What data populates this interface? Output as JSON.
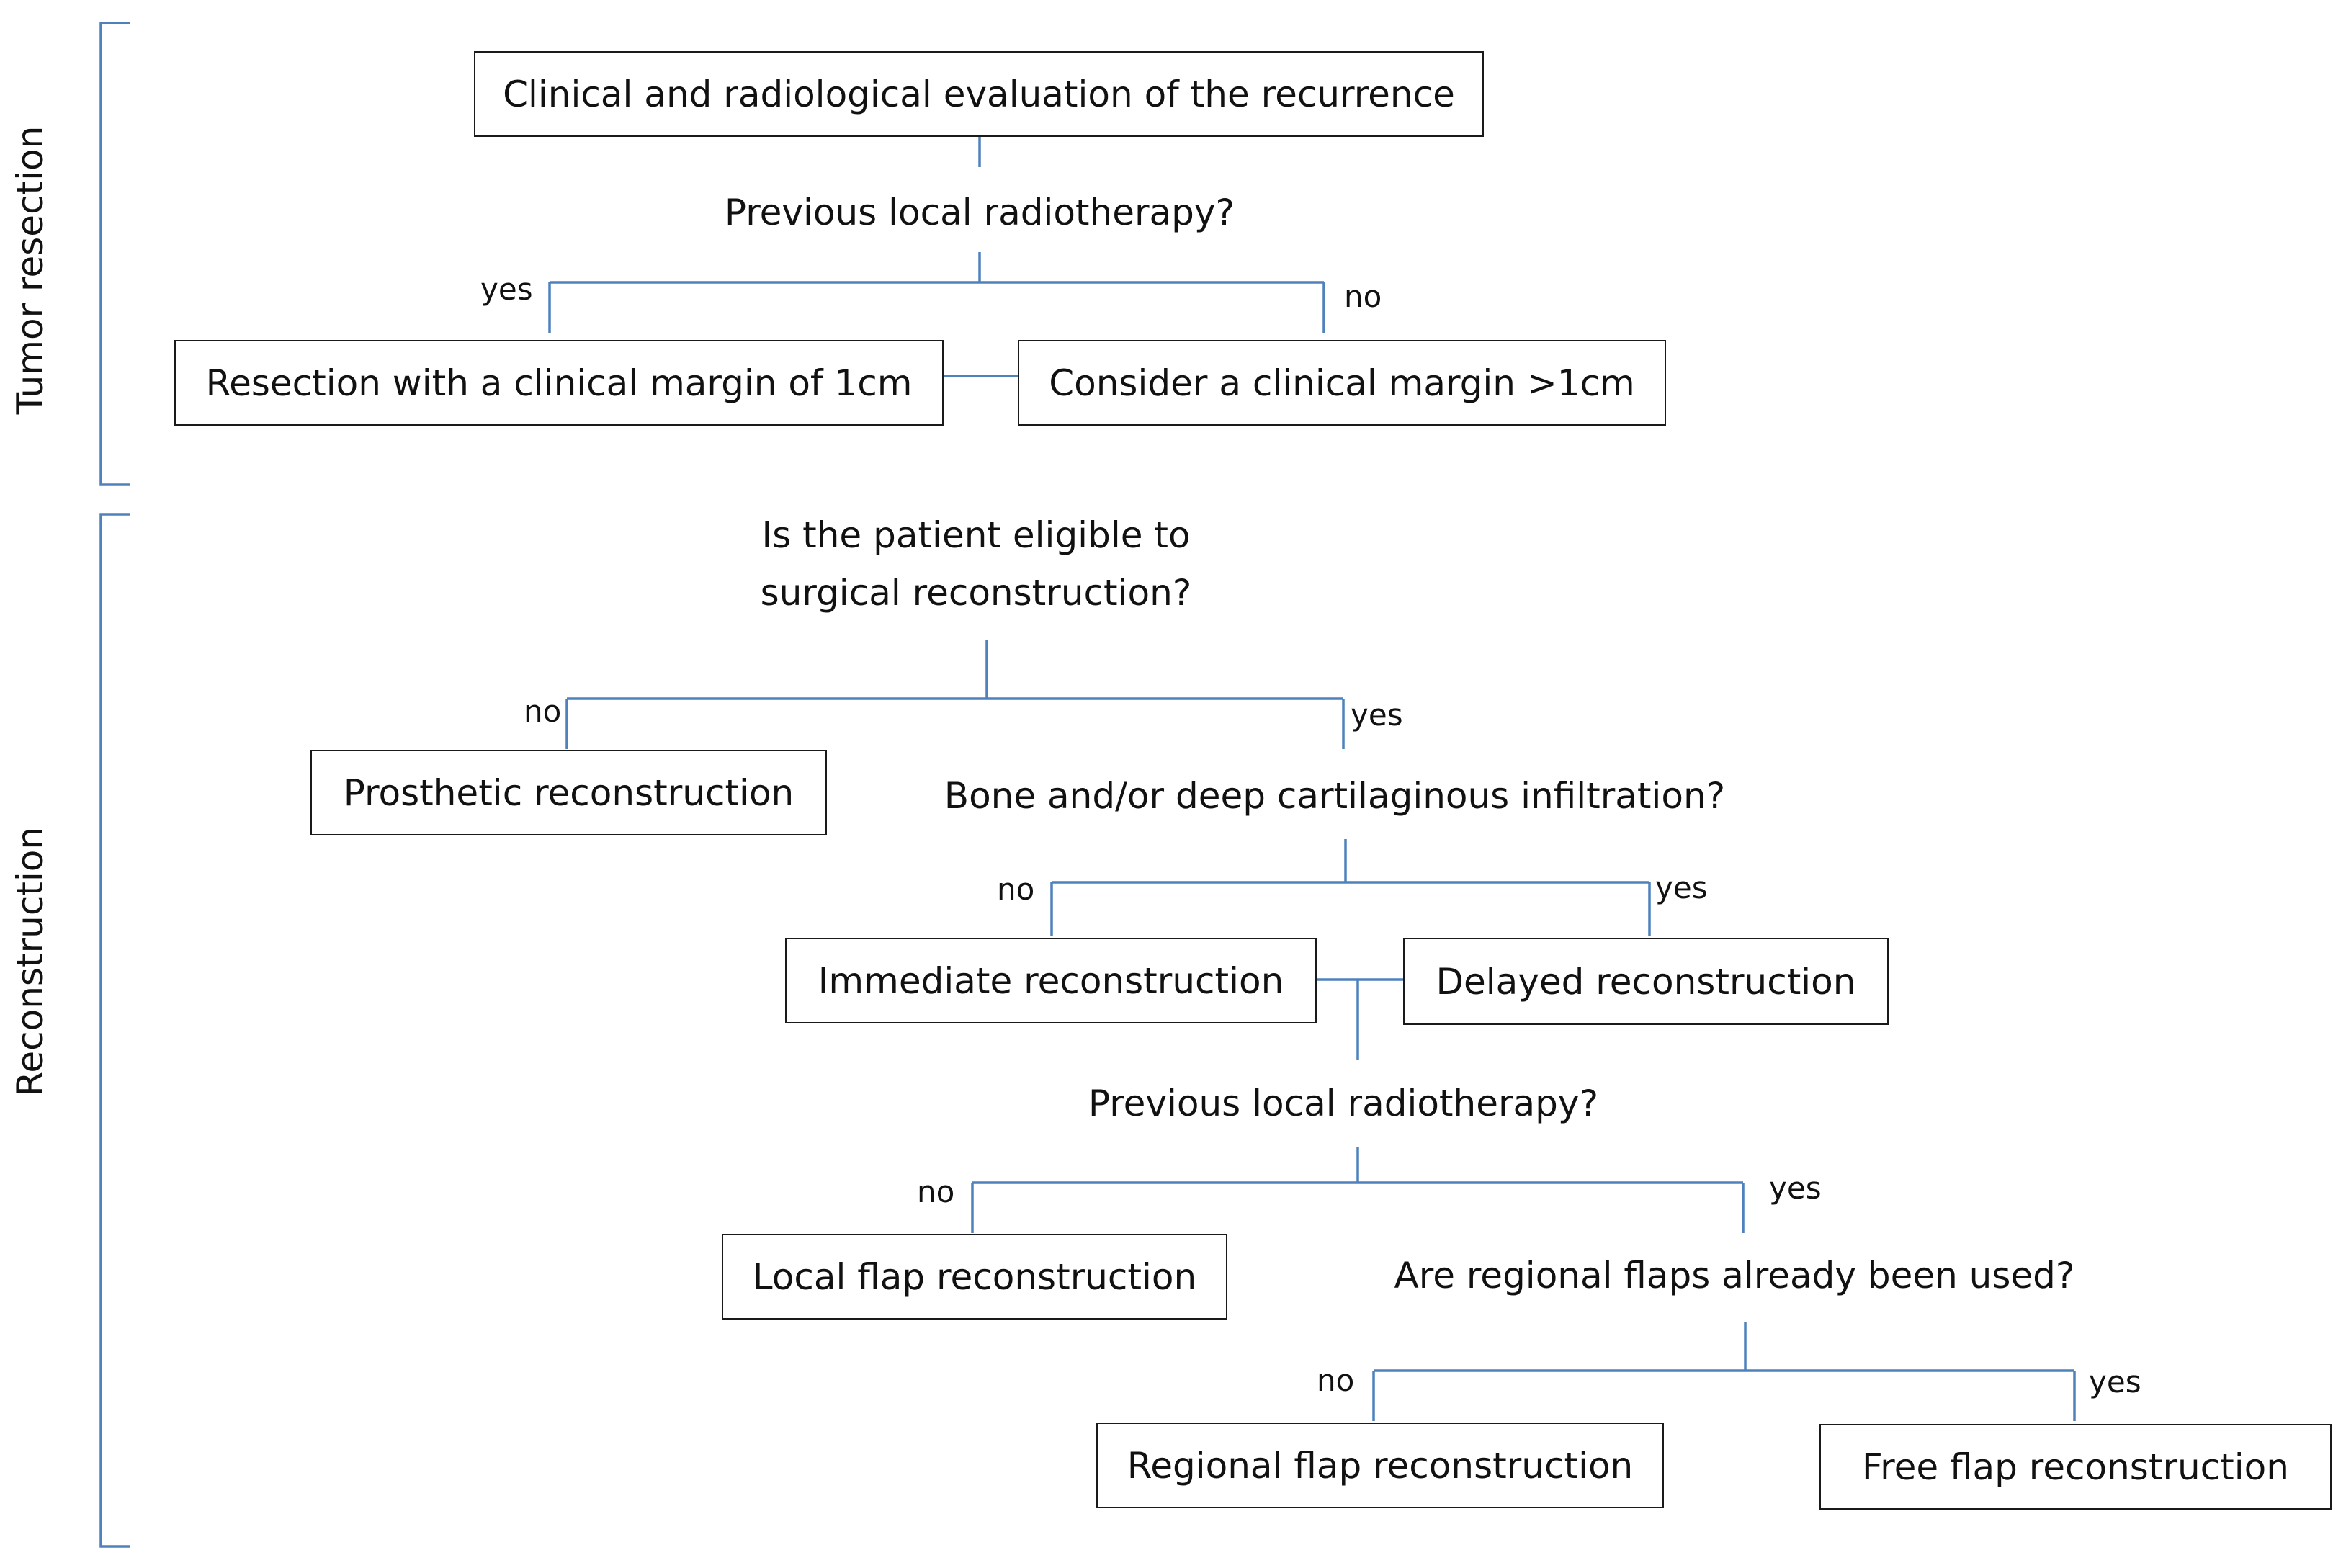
{
  "colors": {
    "connector": "#4f81bd",
    "border": "#1a1a1a"
  },
  "sections": {
    "tumor_resection": "Tumor resection",
    "reconstruction": "Reconstruction"
  },
  "boxes": {
    "clinical_eval": "Clinical and radiological evaluation of the recurrence",
    "resection_1cm": "Resection with a clinical margin of 1cm",
    "margin_gt_1cm": "Consider a clinical margin >1cm",
    "prosthetic": "Prosthetic reconstruction",
    "immediate": "Immediate reconstruction",
    "delayed": "Delayed reconstruction",
    "local_flap": "Local flap reconstruction",
    "regional_flap": "Regional flap reconstruction",
    "free_flap": "Free flap reconstruction"
  },
  "questions": {
    "prev_radio_1": "Previous local radiotherapy?",
    "eligible_line1": "Is the patient eligible to",
    "eligible_line2": "surgical reconstruction?",
    "bone_infiltration": "Bone and/or deep cartilaginous infiltration?",
    "prev_radio_2": "Previous local radiotherapy?",
    "regional_flaps": "Are regional flaps already been used?"
  },
  "branch_labels": {
    "yes": "yes",
    "no": "no"
  }
}
